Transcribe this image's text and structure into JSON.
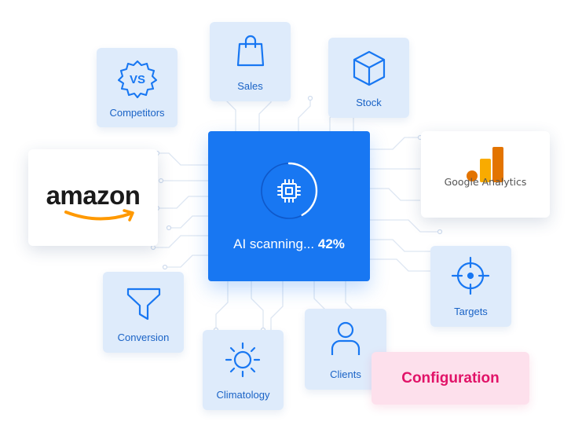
{
  "center": {
    "status_text": "AI scanning...",
    "progress_percent": 42,
    "progress_label": "42%",
    "chip_icon": "cpu-chip-icon"
  },
  "nodes": {
    "sales": {
      "label": "Sales",
      "icon": "shopping-bag-icon"
    },
    "stock": {
      "label": "Stock",
      "icon": "cube-icon"
    },
    "competitors": {
      "label": "Competitors",
      "icon": "vs-badge-icon",
      "badge_text": "VS"
    },
    "conversion": {
      "label": "Conversion",
      "icon": "funnel-icon"
    },
    "climatology": {
      "label": "Climatology",
      "icon": "sun-icon"
    },
    "clients": {
      "label": "Clients",
      "icon": "user-icon"
    },
    "targets": {
      "label": "Targets",
      "icon": "crosshair-icon"
    }
  },
  "logos": {
    "amazon": {
      "text": "amazon",
      "icon": "amazon-smile-icon"
    },
    "google_analytics": {
      "text": "Google Analytics",
      "icon": "google-analytics-bars-icon"
    }
  },
  "configuration": {
    "label": "Configuration"
  },
  "colors": {
    "accent_blue": "#1877f2",
    "tile_bg": "#deebfb",
    "label_blue": "#1a63c6",
    "config_pink": "#e11368",
    "config_bg": "#fde0ec",
    "amazon_orange": "#ff9900",
    "ga_orange_dark": "#e37400",
    "ga_orange_light": "#f9ab00"
  }
}
